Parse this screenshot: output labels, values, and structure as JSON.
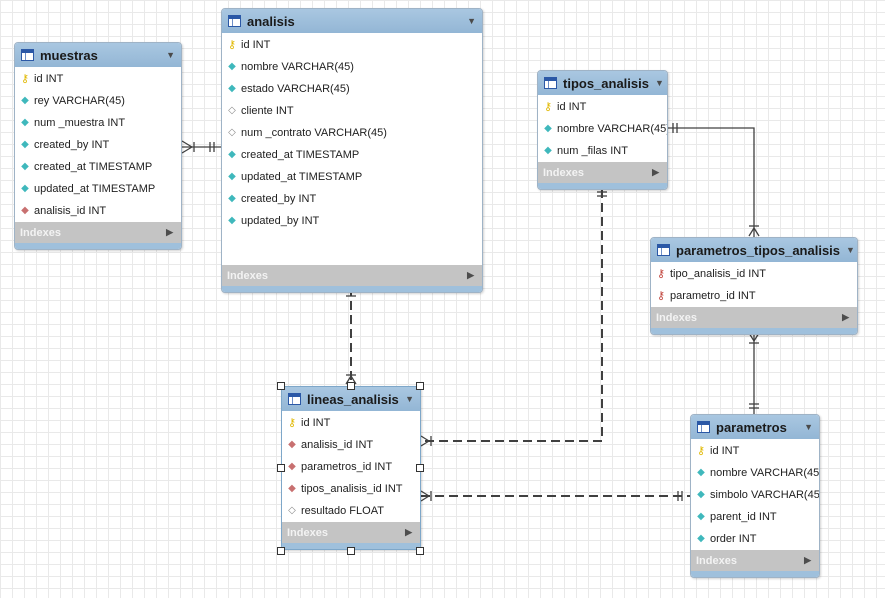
{
  "tables": {
    "muestras": {
      "title": "muestras",
      "columns": [
        {
          "key": "pk",
          "text": "id INT"
        },
        {
          "key": "attr",
          "text": "rey VARCHAR(45)"
        },
        {
          "key": "attr",
          "text": "num _muestra INT"
        },
        {
          "key": "attr",
          "text": "created_by INT"
        },
        {
          "key": "attr",
          "text": "created_at TIMESTAMP"
        },
        {
          "key": "attr",
          "text": "updated_at TIMESTAMP"
        },
        {
          "key": "fk",
          "text": "analisis_id INT"
        }
      ],
      "indexes_label": "Indexes"
    },
    "analisis": {
      "title": "analisis",
      "columns": [
        {
          "key": "pk",
          "text": "id INT"
        },
        {
          "key": "attr",
          "text": "nombre VARCHAR(45)"
        },
        {
          "key": "attr",
          "text": "estado VARCHAR(45)"
        },
        {
          "key": "nullable",
          "text": "cliente INT"
        },
        {
          "key": "nullable",
          "text": "num _contrato VARCHAR(45)"
        },
        {
          "key": "attr",
          "text": "created_at TIMESTAMP"
        },
        {
          "key": "attr",
          "text": "updated_at TIMESTAMP"
        },
        {
          "key": "attr",
          "text": "created_by INT"
        },
        {
          "key": "attr",
          "text": "updated_by INT"
        }
      ],
      "indexes_label": "Indexes"
    },
    "tipos_analisis": {
      "title": "tipos_analisis",
      "columns": [
        {
          "key": "pk",
          "text": "id INT"
        },
        {
          "key": "attr",
          "text": "nombre VARCHAR(45)"
        },
        {
          "key": "attr",
          "text": "num _filas INT"
        }
      ],
      "indexes_label": "Indexes"
    },
    "parametros_tipos_analisis": {
      "title": "parametros_tipos_analisis",
      "columns": [
        {
          "key": "pk-red",
          "text": "tipo_analisis_id INT"
        },
        {
          "key": "pk-red",
          "text": "parametro_id INT"
        }
      ],
      "indexes_label": "Indexes"
    },
    "lineas_analisis": {
      "title": "lineas_analisis",
      "columns": [
        {
          "key": "pk",
          "text": "id INT"
        },
        {
          "key": "fk",
          "text": "analisis_id INT"
        },
        {
          "key": "fk",
          "text": "parametros_id INT"
        },
        {
          "key": "fk",
          "text": "tipos_analisis_id INT"
        },
        {
          "key": "nullable",
          "text": "resultado FLOAT"
        }
      ],
      "indexes_label": "Indexes"
    },
    "parametros": {
      "title": "parametros",
      "columns": [
        {
          "key": "pk",
          "text": "id INT"
        },
        {
          "key": "attr",
          "text": "nombre VARCHAR(45)"
        },
        {
          "key": "attr",
          "text": "simbolo VARCHAR(45)"
        },
        {
          "key": "attr",
          "text": "parent_id INT"
        },
        {
          "key": "attr",
          "text": "order INT"
        }
      ],
      "indexes_label": "Indexes"
    }
  },
  "key_icons": {
    "pk": "key-icon",
    "pk-red": "foreign-key-primary-icon",
    "attr": "attribute-diamond-icon",
    "fk": "foreign-key-diamond-icon",
    "nullable": "nullable-diamond-icon"
  },
  "relationships": [
    {
      "from": "muestras",
      "to": "analisis",
      "identifying": true
    },
    {
      "from": "lineas_analisis",
      "to": "analisis",
      "identifying": false
    },
    {
      "from": "lineas_analisis",
      "to": "tipos_analisis",
      "identifying": false
    },
    {
      "from": "lineas_analisis",
      "to": "parametros",
      "identifying": false
    },
    {
      "from": "parametros_tipos_analisis",
      "to": "tipos_analisis",
      "identifying": true
    },
    {
      "from": "parametros_tipos_analisis",
      "to": "parametros",
      "identifying": true
    }
  ],
  "colors": {
    "header": "#a9c7e1",
    "indexes_bar": "#c4c4c4",
    "attr_diamond": "#3fb8bc",
    "fk_diamond": "#c87070",
    "pk_key": "#e0b800"
  }
}
